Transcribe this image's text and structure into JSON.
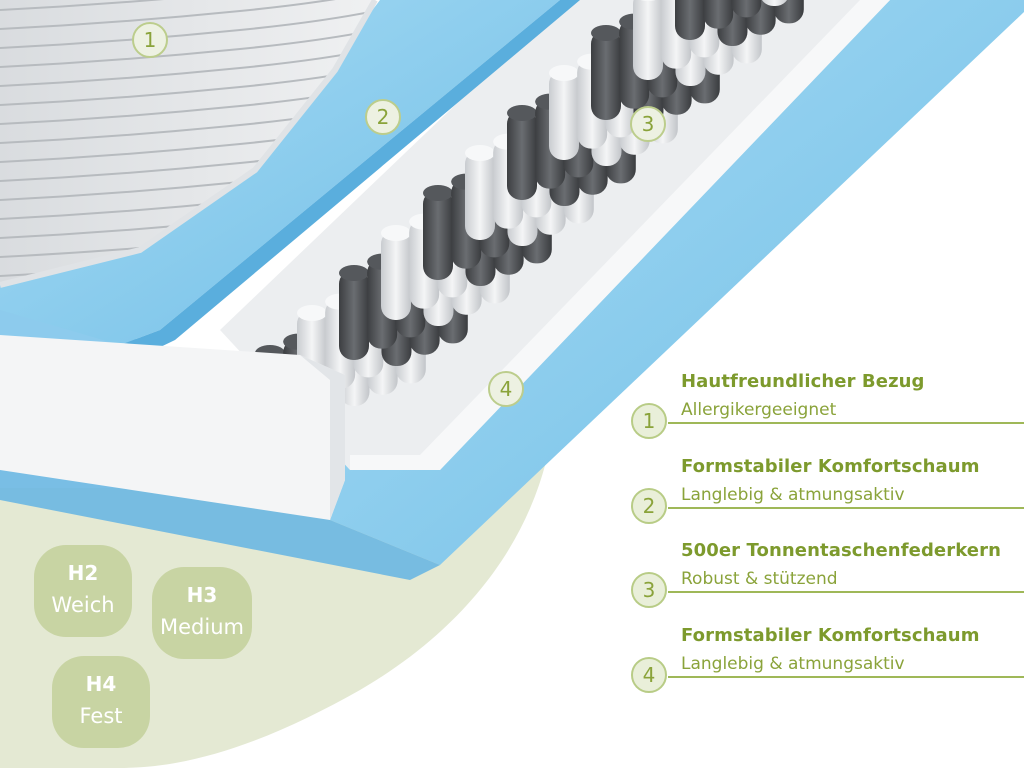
{
  "layers": [
    {
      "num": "1",
      "title": "Hautfreundlicher Bezug",
      "subtitle": "Allergikergeeignet"
    },
    {
      "num": "2",
      "title": "Formstabiler Komfortschaum",
      "subtitle": "Langlebig & atmungsaktiv"
    },
    {
      "num": "3",
      "title": "500er Tonnentaschenfederkern",
      "subtitle": "Robust & stützend"
    },
    {
      "num": "4",
      "title": "Formstabiler Komfortschaum",
      "subtitle": "Langlebig & atmungsaktiv"
    }
  ],
  "hardness": [
    {
      "code": "H2",
      "label": "Weich"
    },
    {
      "code": "H3",
      "label": "Medium"
    },
    {
      "code": "H4",
      "label": "Fest"
    }
  ],
  "colors": {
    "accent_green": "#7d9a2d",
    "foam_blue": "#7fc4e8",
    "background_green": "#e4e9d3",
    "badge_fill": "#c8d4a3"
  }
}
